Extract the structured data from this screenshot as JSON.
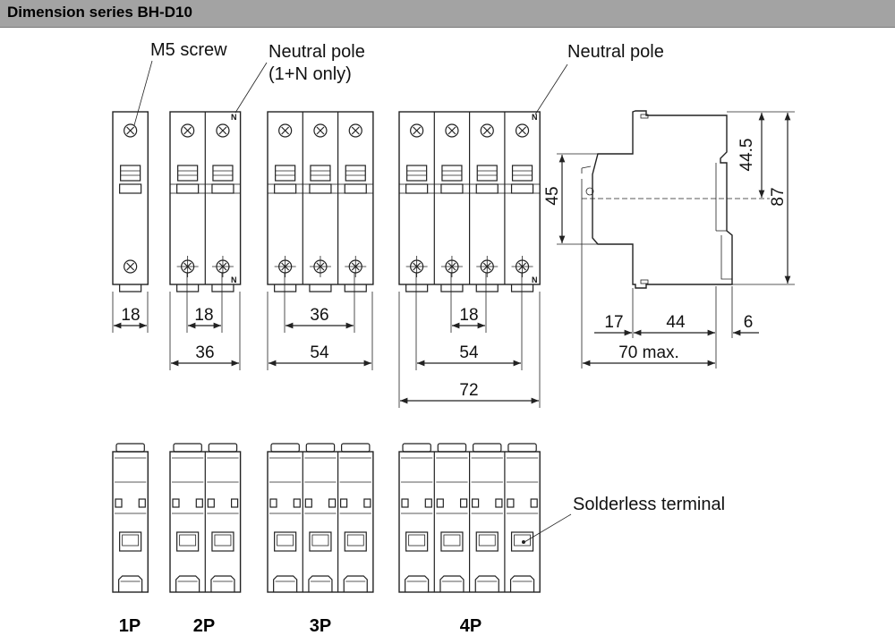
{
  "header": {
    "title": "Dimension series BH-D10"
  },
  "labels": {
    "m5_screw": "M5 screw",
    "neutral_pole_1": "Neutral pole",
    "neutral_pole_1_note": "(1+N only)",
    "neutral_pole_2": "Neutral pole",
    "solderless_terminal": "Solderless terminal",
    "n_mark": "N"
  },
  "dimensions": {
    "d1p_width": "18",
    "d2p_pole": "18",
    "d2p_total": "36",
    "d3p_span": "36",
    "d3p_total": "54",
    "d4p_pole": "18",
    "d4p_span": "54",
    "d4p_total": "72",
    "side_17": "17",
    "side_44": "44",
    "side_6": "6",
    "side_70": "70 max.",
    "side_45": "45",
    "side_44_5": "44.5",
    "side_87": "87"
  },
  "pole_labels": {
    "p1": "1P",
    "p2": "2P",
    "p3": "3P",
    "p4": "4P"
  }
}
